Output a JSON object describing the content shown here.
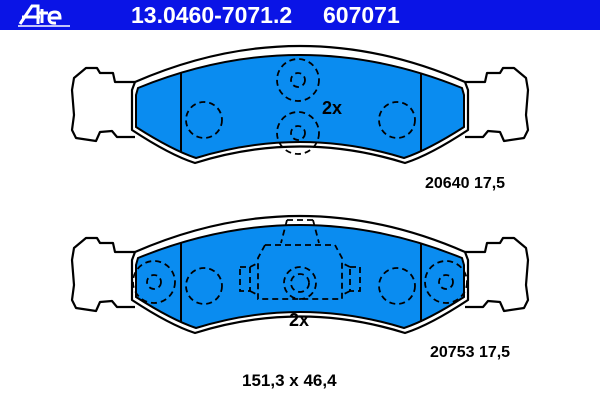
{
  "header": {
    "brand": "Ate",
    "part_number": "13.0460-7071.2",
    "alt_number": "607071",
    "background_color": "#0a14e6",
    "text_color": "#ffffff"
  },
  "pads": [
    {
      "position": "top",
      "quantity_label": "2x",
      "reference": "20640 17,5",
      "features": [
        "left-ear",
        "right-ear",
        "two-slot-lines",
        "4 dashed holes",
        "2 dashed pin circles"
      ]
    },
    {
      "position": "bottom",
      "quantity_label": "2x",
      "reference": "20753 17,5",
      "features": [
        "left-ear",
        "right-ear",
        "two-slot-lines",
        "dashed wear-sensor clip outline",
        "dashed holes"
      ]
    }
  ],
  "dimensions": "151,3 x 46,4",
  "colors": {
    "pad_fill": "#0a8cf0",
    "outline": "#000000"
  }
}
